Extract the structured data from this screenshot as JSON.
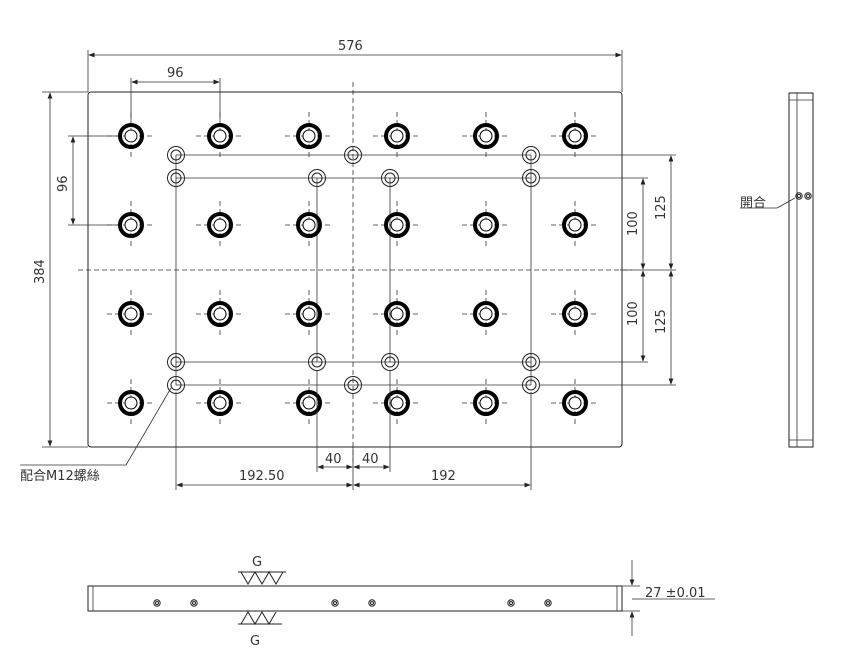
{
  "dimensions": {
    "overall_width": "576",
    "overall_height": "384",
    "hole_pitch_x": "96",
    "hole_pitch_y": "96",
    "vertical_100_top": "100",
    "vertical_125_top": "125",
    "vertical_100_bottom": "100",
    "vertical_125_bottom": "125",
    "bottom_left": "192.50",
    "bottom_mid_left": "40",
    "bottom_mid_right": "40",
    "bottom_right": "192",
    "thickness": "27 ±0.01"
  },
  "labels": {
    "side_callout": "開合",
    "screw_callout": "配合M12螺絲",
    "surface_top": "G",
    "surface_bottom": "G"
  }
}
